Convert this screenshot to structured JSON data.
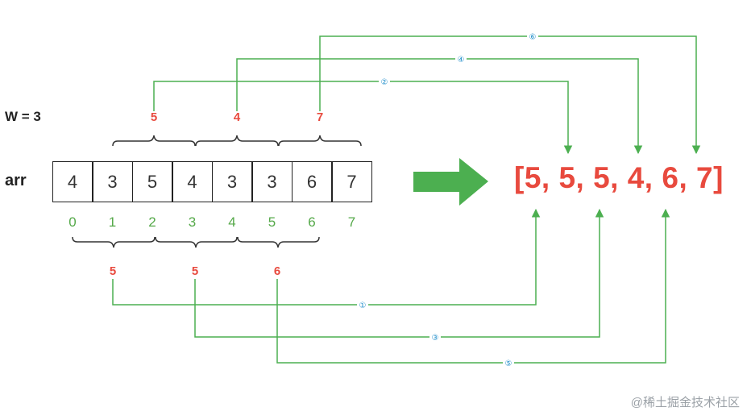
{
  "window_label": "W = 3",
  "array_label": "arr",
  "array_values": [
    "4",
    "3",
    "5",
    "4",
    "3",
    "3",
    "6",
    "7"
  ],
  "indices": [
    "0",
    "1",
    "2",
    "3",
    "4",
    "5",
    "6",
    "7"
  ],
  "top_maxima": [
    "5",
    "4",
    "7"
  ],
  "bottom_maxima": [
    "5",
    "5",
    "6"
  ],
  "result": "[5, 5, 5, 4, 6, 7]",
  "step_labels": {
    "s1": "①",
    "s2": "②",
    "s3": "③",
    "s4": "④",
    "s5": "⑤",
    "s6": "⑥"
  },
  "watermark": "@稀土掘金技术社区",
  "colors": {
    "line": "#4caf50",
    "max_text": "#e84a3e",
    "step_text": "#1a8bc9",
    "arrow": "#4caf50",
    "index_text": "#55a949"
  }
}
